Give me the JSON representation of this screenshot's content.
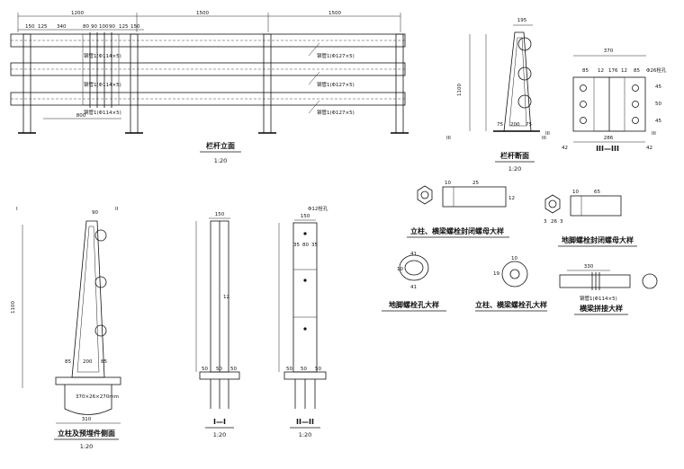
{
  "elevation": {
    "title": "栏杆立面",
    "scale": "1:20",
    "top_dims": [
      "1200",
      "1500",
      "1500"
    ],
    "sub_dims": [
      "150",
      "125",
      "340",
      "80",
      "90",
      "100",
      "90",
      "125",
      "150"
    ],
    "pipe_label_left": "钢管1(Φ114×5)",
    "pipe_label_right": "钢管1(Φ127×5)",
    "bottom_dim": "800"
  },
  "section": {
    "title": "栏杆断面",
    "scale": "1:20",
    "top_dim": "195",
    "left_total": "1100",
    "bottom_dims": [
      "75",
      "200",
      "75"
    ],
    "marker": "III"
  },
  "section3": {
    "title": "III—III",
    "dims_top": [
      "85",
      "12",
      "176",
      "12",
      "85"
    ],
    "overall_top": "370",
    "bottom": "286",
    "bottom_sides": [
      "42",
      "42"
    ],
    "bolt_note": "Φ26栓孔",
    "side_dims": [
      "45",
      "50",
      "45"
    ],
    "marker": "III"
  },
  "post_side": {
    "title": "立柱及预埋件侧面",
    "scale": "1:20",
    "top_dim": "90",
    "total": "1100",
    "base_dims": [
      "85",
      "200",
      "85"
    ],
    "base_width": "310",
    "plate_note": "370×26×270mm",
    "markers": [
      "I",
      "II"
    ]
  },
  "section1": {
    "title": "I—I",
    "scale": "1:20",
    "top_dim": "150",
    "web_dim": "12",
    "base_dims": [
      "50",
      "50",
      "50"
    ]
  },
  "section2": {
    "title": "II—II",
    "scale": "1:20",
    "bolt_note": "Φ12栓孔",
    "top_dim": "150",
    "hole_dims": [
      "35",
      "80",
      "35"
    ],
    "base_dims": [
      "50",
      "50",
      "50"
    ]
  },
  "details": {
    "nut_post": "立柱、横梁螺栓封闭螺母大样",
    "nut_anchor": "地脚螺栓封闭螺母大样",
    "hole_anchor": "地脚螺栓孔大样",
    "hole_post": "立柱、横梁螺栓孔大样",
    "joint": "横梁拼接大样",
    "nut_dims": [
      "10",
      "25",
      "12"
    ],
    "anchor_dims": [
      "10",
      "65",
      "3",
      "26",
      "3"
    ],
    "hole_anchor_dims": [
      "41",
      "10",
      "41"
    ],
    "hole_post_dims": [
      "10",
      "19"
    ],
    "joint_dim": "330",
    "joint_label": "钢管1(Φ114×5)"
  }
}
